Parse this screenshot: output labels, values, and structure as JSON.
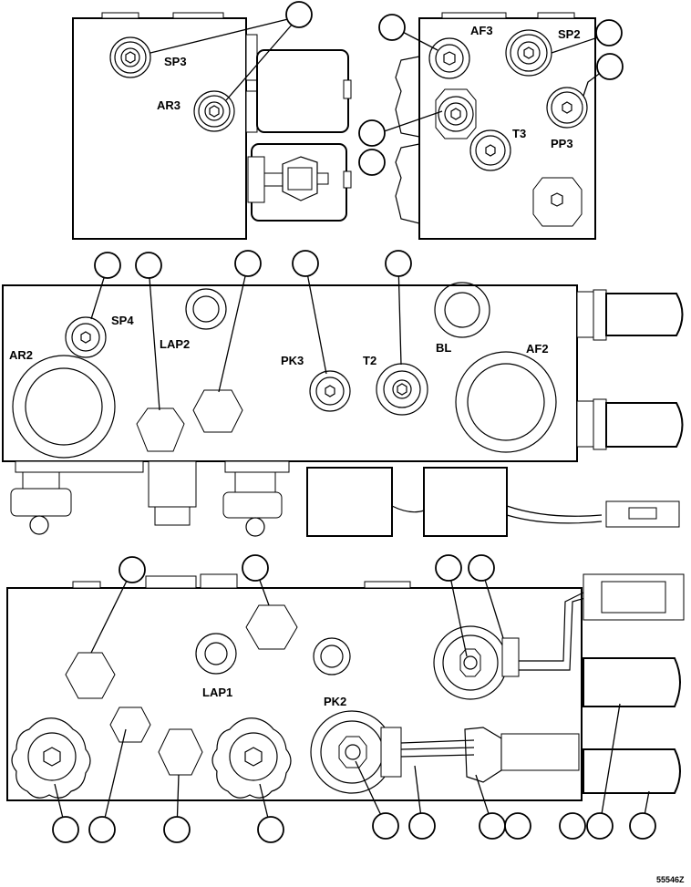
{
  "labels": {
    "sp3": "SP3",
    "ar3": "AR3",
    "af3": "AF3",
    "sp2": "SP2",
    "t3": "T3",
    "pp3": "PP3",
    "sp4": "SP4",
    "lap2": "LAP2",
    "ar2": "AR2",
    "pk3": "PK3",
    "t2": "T2",
    "bl": "BL",
    "af2": "AF2",
    "lap1": "LAP1",
    "pk2": "PK2"
  },
  "figure_number": "55546Z"
}
